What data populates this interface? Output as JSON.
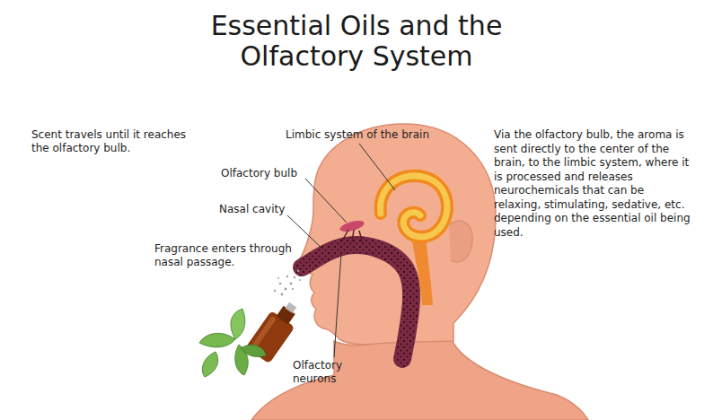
{
  "diagram": {
    "title": "Essential Oils and the Olfactory System",
    "labels": [
      "Scent travels until it reaches the olfactory bulb.",
      "Limbic system of the brain",
      "Olfactory bulb",
      "Nasal cavity",
      "Fragrance enters through nasal passage.",
      "Via the olfactory bulb, the aroma is sent directly to the center of the brain, to the limbic system, where it is processed and releases neurochemicals that can be relaxing, stimulating, sedative, etc. depending on the essential oil being used.",
      "Olfactory neurons"
    ]
  }
}
